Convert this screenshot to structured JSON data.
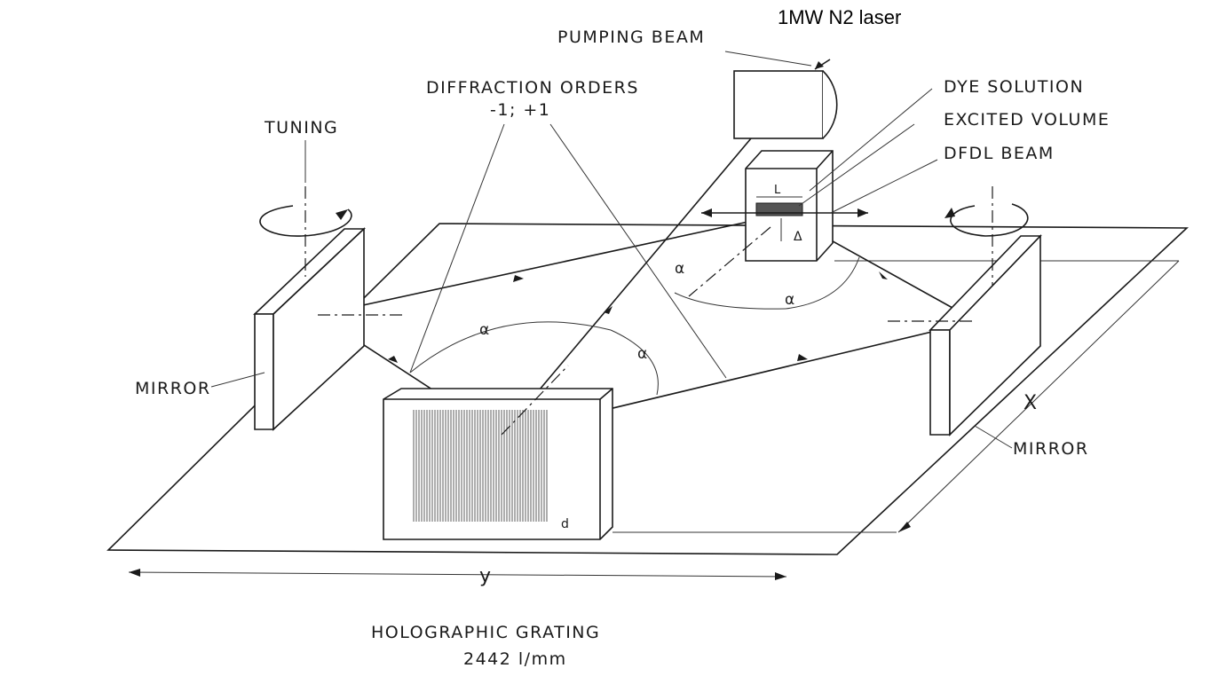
{
  "title": "Double-prism / grating dye laser setup",
  "labels": {
    "laser": "1MW N2 laser",
    "pumping_beam": "PUMPING BEAM",
    "diffraction_orders": "DIFFRACTION ORDERS",
    "orders_values": "-1;  +1",
    "dye_solution": "DYE SOLUTION",
    "excited_volume": "EXCITED VOLUME",
    "dfdl_beam": "DFDL BEAM",
    "tuning": "TUNING",
    "mirror_left": "MIRROR",
    "mirror_right": "MIRROR",
    "x_dim": "X",
    "y_dim": "y",
    "length_L": "L",
    "delta": "Δ",
    "grating_d": "d",
    "alpha": "α",
    "grating_name": "HOLOGRAPHIC GRATING",
    "grating_density": "2442 l/mm"
  }
}
